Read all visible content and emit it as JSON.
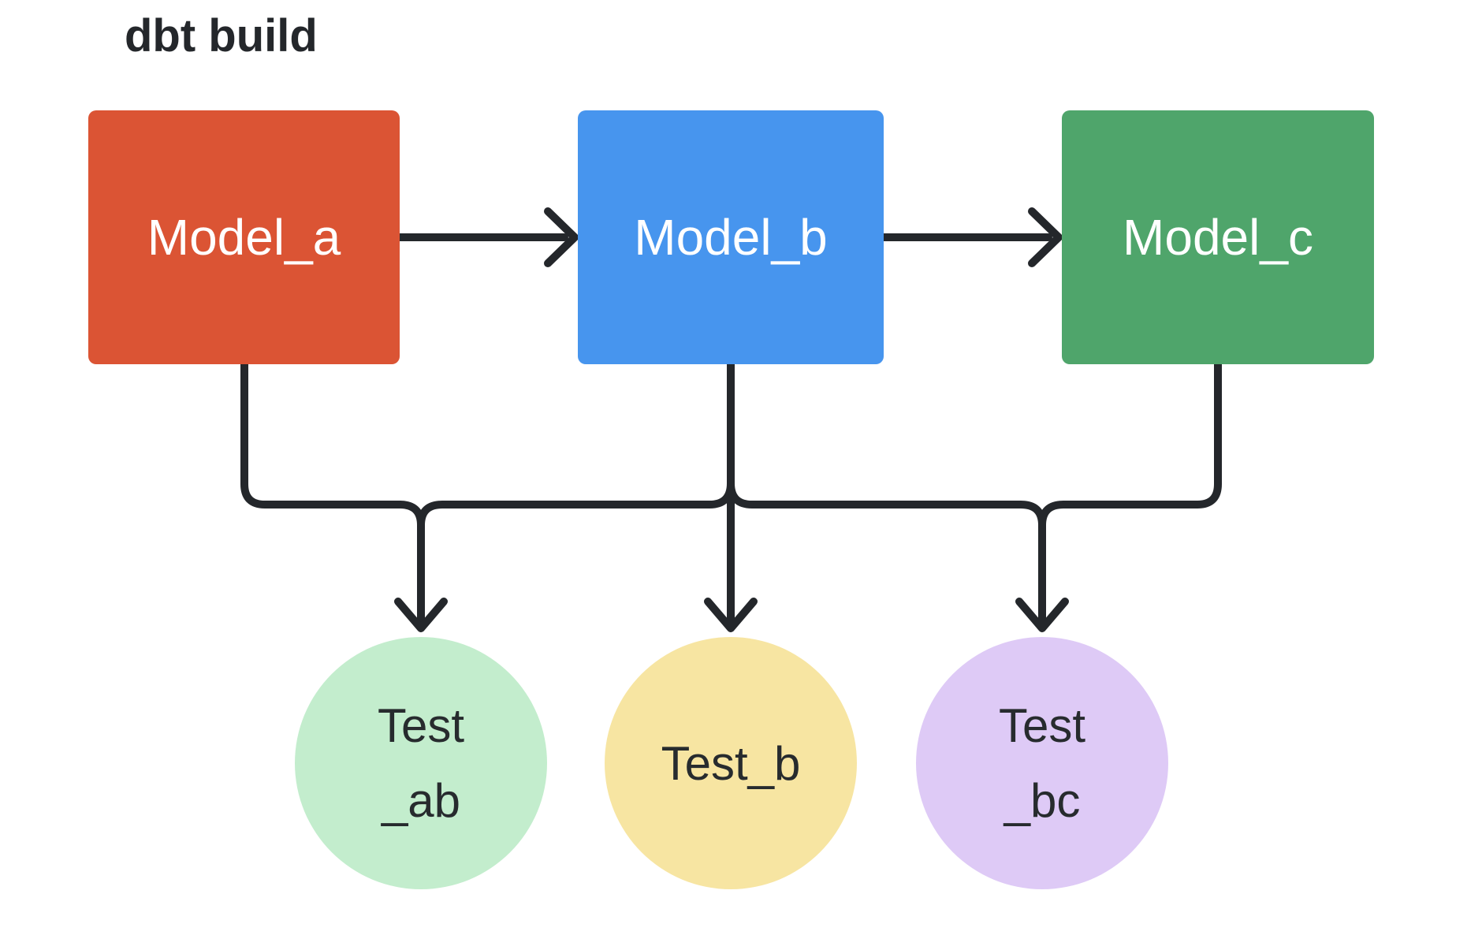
{
  "title": "dbt build",
  "colors": {
    "background": "#ffffff",
    "edge_ink": "#24272b",
    "title_text": "#24272b",
    "model_text": "#ffffff",
    "test_text": "#272b2e",
    "model_a": "#db5434",
    "model_b": "#4795ee",
    "model_c": "#4fa56b",
    "test_ab": "#c3edcd",
    "test_b": "#f7e5a2",
    "test_bc": "#decaf6"
  },
  "nodes": {
    "models": [
      {
        "id": "model_a",
        "label": "Model_a",
        "shape": "rectangle",
        "color": "#db5434"
      },
      {
        "id": "model_b",
        "label": "Model_b",
        "shape": "rectangle",
        "color": "#4795ee"
      },
      {
        "id": "model_c",
        "label": "Model_c",
        "shape": "rectangle",
        "color": "#4fa56b"
      }
    ],
    "tests": [
      {
        "id": "test_ab",
        "line1": "Test",
        "line2": "_ab",
        "shape": "circle",
        "color": "#c3edcd"
      },
      {
        "id": "test_b",
        "line1": "Test_b",
        "line2": "",
        "shape": "circle",
        "color": "#f7e5a2"
      },
      {
        "id": "test_bc",
        "line1": "Test",
        "line2": "_bc",
        "shape": "circle",
        "color": "#decaf6"
      }
    ]
  },
  "edges": [
    {
      "from": "Model_a",
      "to": "Model_b",
      "style": "horizontal arrow"
    },
    {
      "from": "Model_b",
      "to": "Model_c",
      "style": "horizontal arrow"
    },
    {
      "from": "Model_a / Model_b / Model_c bottoms",
      "to": "shared horizontal bus",
      "style": "rounded elbow lines"
    },
    {
      "from": "shared horizontal bus",
      "to": "Test_ab",
      "style": "downward arrow"
    },
    {
      "from": "shared horizontal bus",
      "to": "Test_b",
      "style": "downward arrow"
    },
    {
      "from": "shared horizontal bus",
      "to": "Test_bc",
      "style": "downward arrow"
    }
  ]
}
